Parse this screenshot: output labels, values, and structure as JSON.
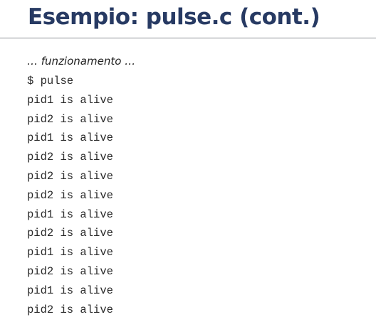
{
  "slide": {
    "title": "Esempio: pulse.c (cont.)",
    "intro": "… funzionamento …",
    "terminal_lines": [
      "$ pulse",
      "pid1 is alive",
      "pid2 is alive",
      "pid1 is alive",
      "pid2 is alive",
      "pid2 is alive",
      "pid2 is alive",
      "pid1 is alive",
      "pid2 is alive",
      "pid1 is alive",
      "pid2 is alive",
      "pid1 is alive",
      "pid2 is alive"
    ]
  },
  "colors": {
    "title": "#273a63",
    "rule": "#8c8f94",
    "text": "#2a2a2a"
  }
}
